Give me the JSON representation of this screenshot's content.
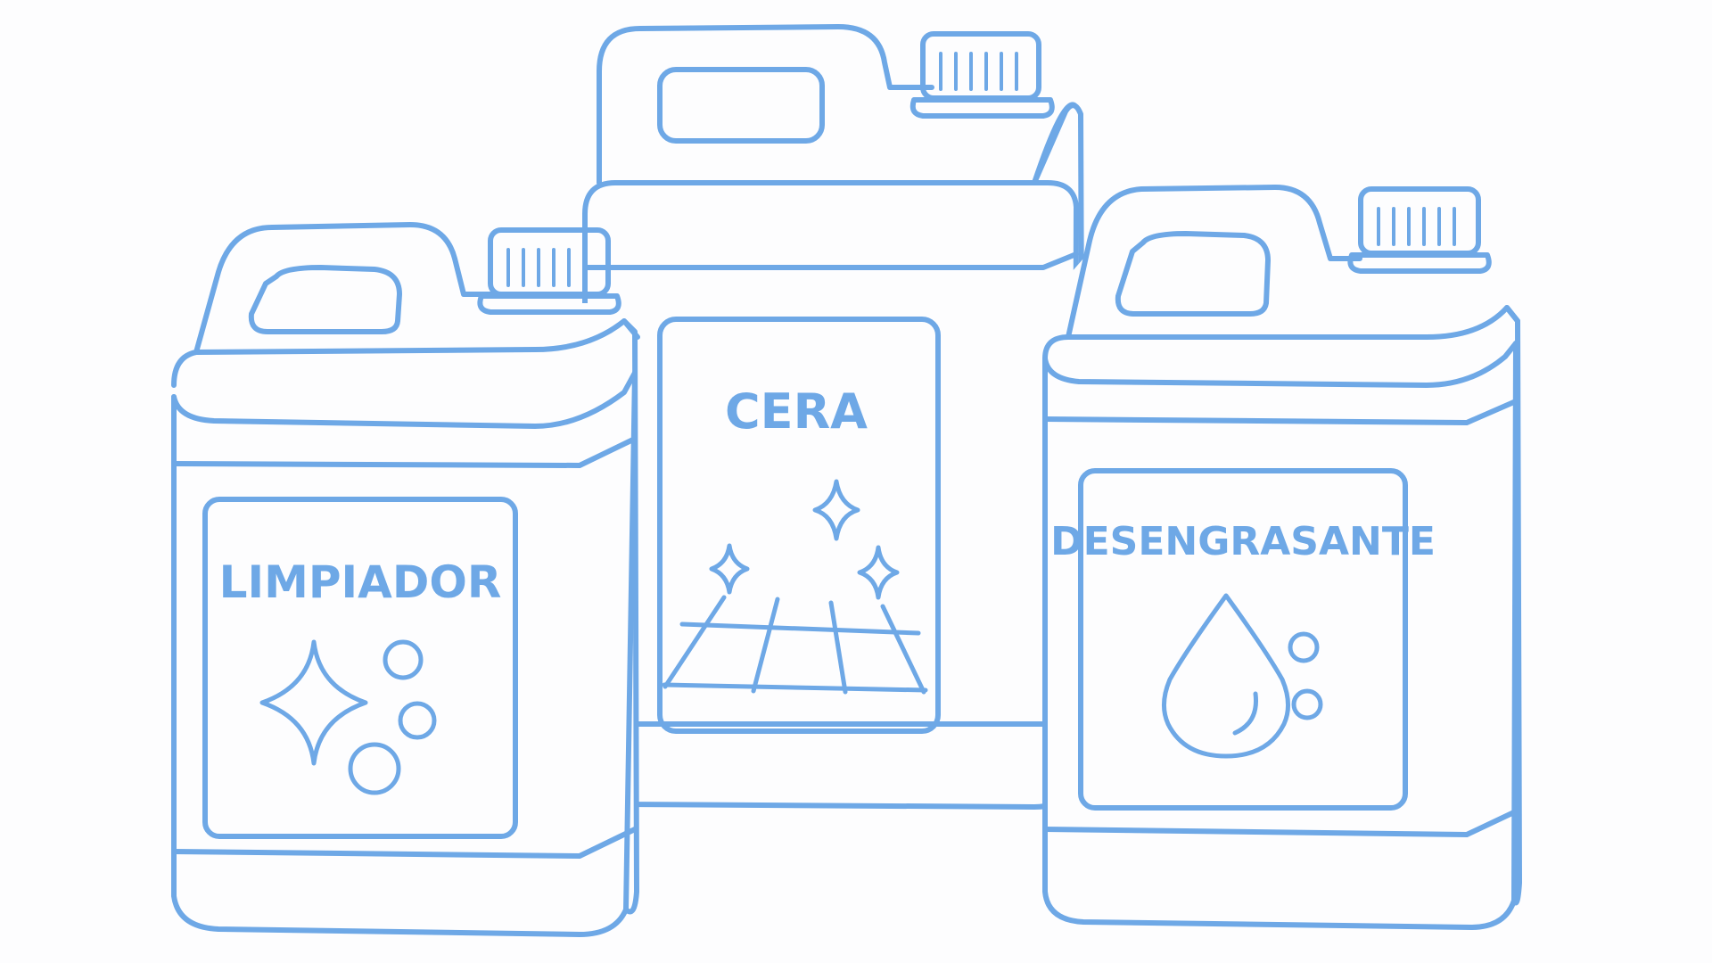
{
  "colors": {
    "line": "#6ea8e6",
    "text": "#6ea8e6",
    "background": "#fdfdfe"
  },
  "jugs": {
    "left": {
      "label": "LIMPIADOR",
      "icon": "sparkle-bubbles-icon"
    },
    "center": {
      "label": "CERA",
      "icon": "sparkles-shiny-floor-icon"
    },
    "right": {
      "label": "DESENGRASANTE",
      "icon": "water-drop-bubbles-icon"
    }
  }
}
